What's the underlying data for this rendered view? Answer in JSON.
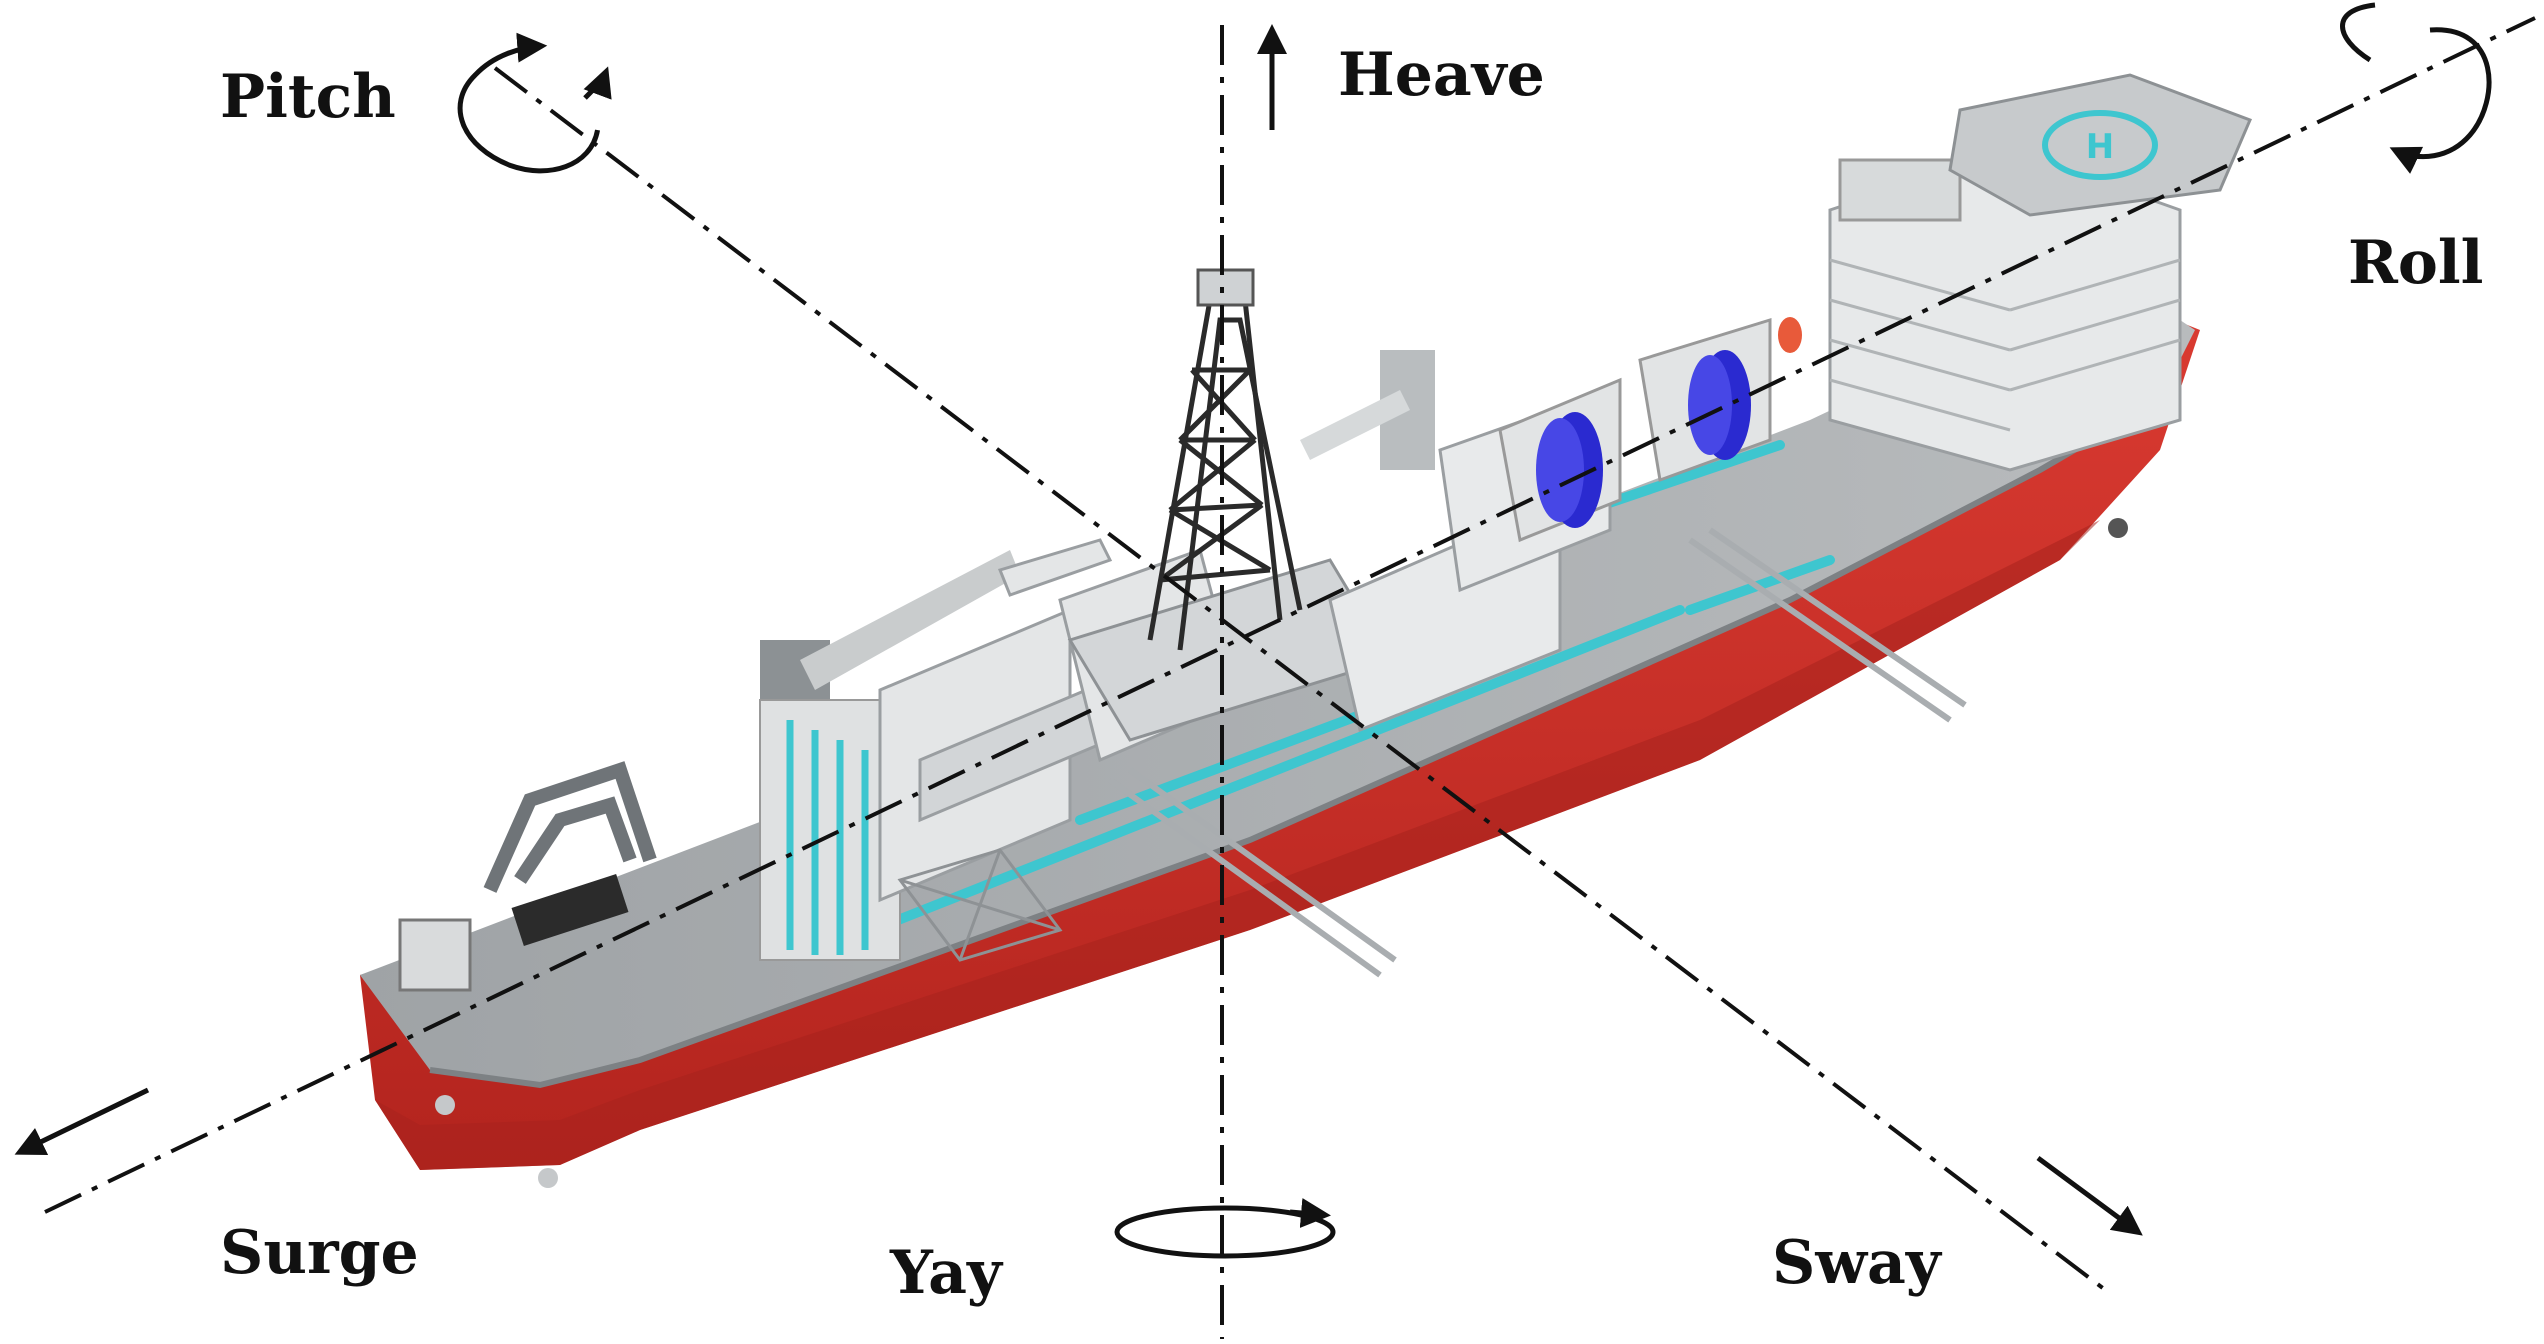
{
  "labels": {
    "pitch": "Pitch",
    "heave": "Heave",
    "roll": "Roll",
    "surge": "Surge",
    "yay": "Yay",
    "sway": "Sway"
  },
  "colors": {
    "hull": "#d2322b",
    "hull_shadow": "#a8221d",
    "deck": "#a9adb0",
    "deck_light": "#c8cbcd",
    "structure": "#e4e6e7",
    "accent_cyan": "#3ec6cf",
    "reel_blue": "#2a2ad0",
    "axis": "#111111"
  },
  "icons": {
    "ship": "drillship-illustration",
    "rotation": "circular-arrow-icon",
    "translation": "straight-arrow-icon"
  }
}
